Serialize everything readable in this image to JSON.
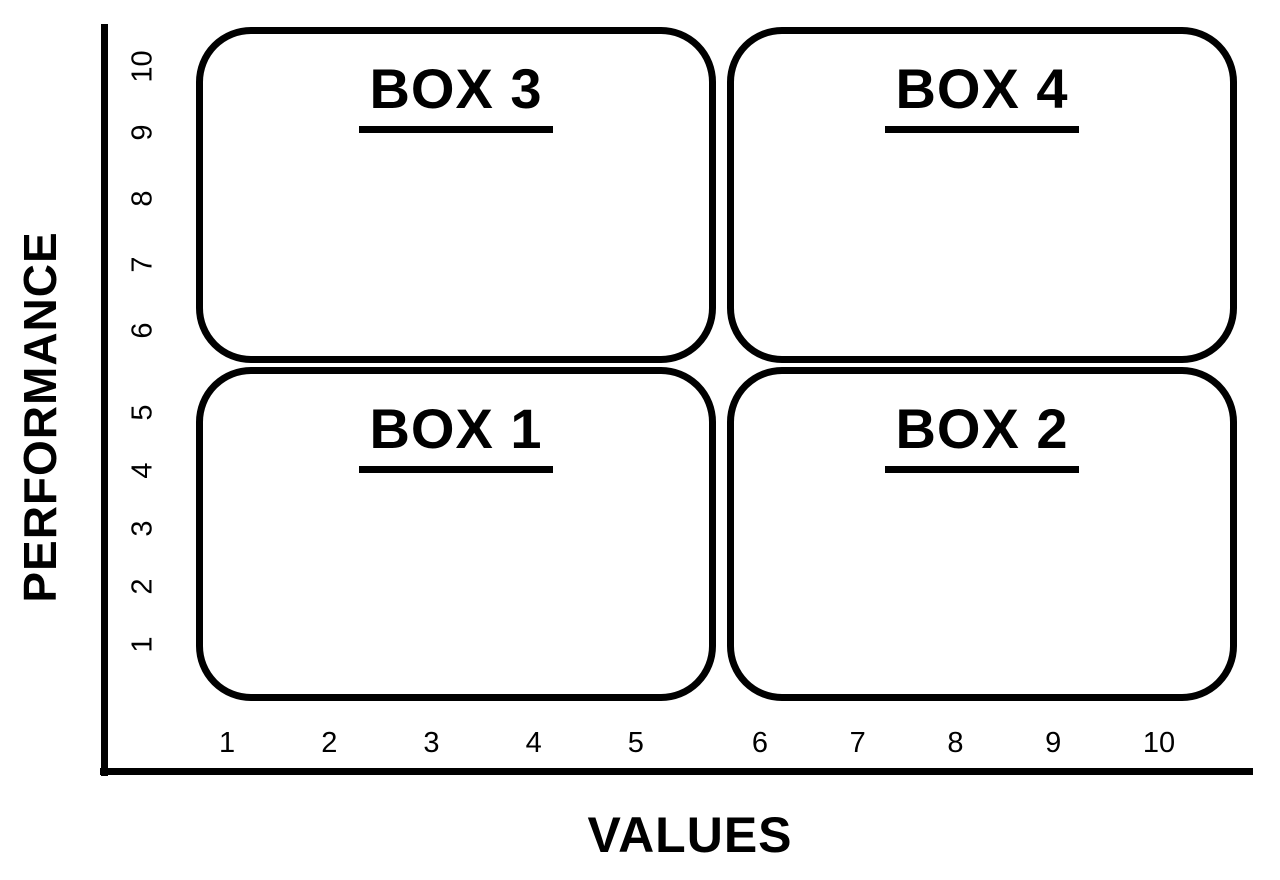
{
  "chart": {
    "type": "quadrant-matrix",
    "x_axis": {
      "label": "VALUES",
      "ticks_left": [
        "1",
        "2",
        "3",
        "4",
        "5"
      ],
      "ticks_right": [
        "6",
        "7",
        "8",
        "9",
        "10"
      ],
      "range": [
        1,
        10
      ]
    },
    "y_axis": {
      "label": "PERFORMANCE",
      "ticks_top": [
        "10",
        "9",
        "8",
        "7",
        "6"
      ],
      "ticks_bottom": [
        "5",
        "4",
        "3",
        "2",
        "1"
      ],
      "range": [
        1,
        10
      ]
    },
    "boxes": {
      "box1": {
        "label": "BOX 1",
        "position": "bottom-left",
        "x_range": [
          1,
          5
        ],
        "y_range": [
          1,
          5
        ]
      },
      "box2": {
        "label": "BOX 2",
        "position": "bottom-right",
        "x_range": [
          6,
          10
        ],
        "y_range": [
          1,
          5
        ]
      },
      "box3": {
        "label": "BOX 3",
        "position": "top-left",
        "x_range": [
          1,
          5
        ],
        "y_range": [
          6,
          10
        ]
      },
      "box4": {
        "label": "BOX 4",
        "position": "top-right",
        "x_range": [
          6,
          10
        ],
        "y_range": [
          6,
          10
        ]
      }
    },
    "colors": {
      "ink": "#000000",
      "background": "#ffffff"
    }
  }
}
